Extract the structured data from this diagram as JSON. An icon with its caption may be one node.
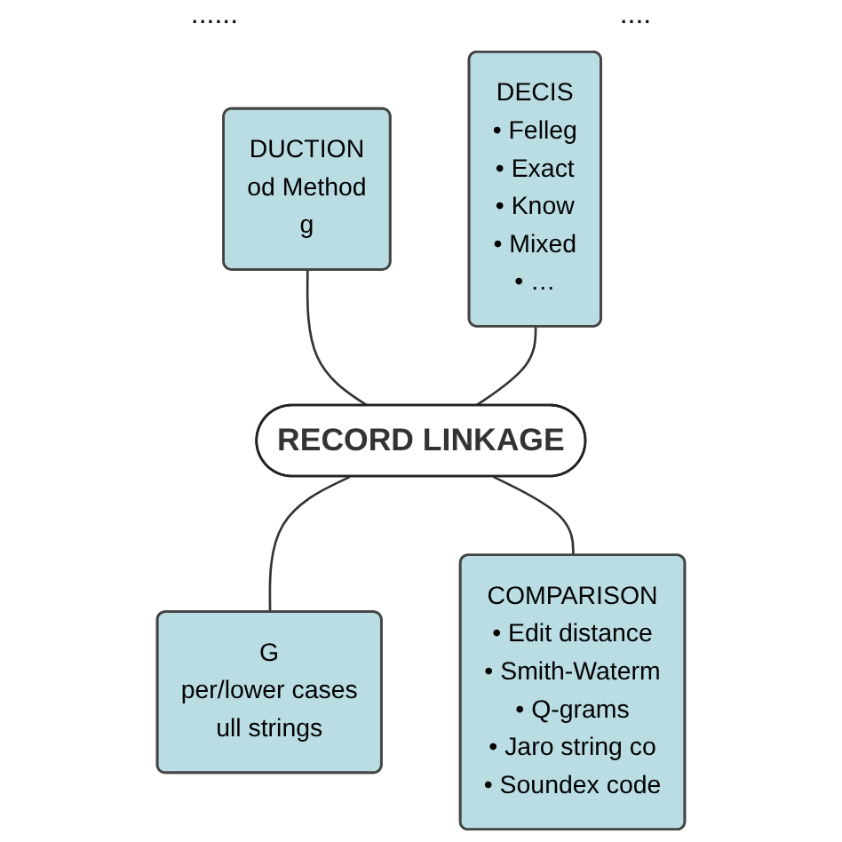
{
  "diagram": {
    "nodes": [
      {
        "text": [
          "RECORD LINKAGE"
        ]
      },
      {
        "text": [
          "DUCTION",
          "od Method",
          "g"
        ]
      },
      {
        "text": [
          "DECIS",
          "• Felleg",
          "• Exact",
          "• Know",
          "• Mixed",
          "• …"
        ]
      },
      {
        "text": [
          "G",
          "per/lower cases",
          "ull strings"
        ]
      },
      {
        "text": [
          "COMPARISON",
          "• Edit distance",
          "• Smith-Waterm",
          "• Q-grams",
          "• Jaro string co",
          "• Soundex code"
        ]
      }
    ],
    "edges": [
      {
        "from": 1,
        "to": 0,
        "arrow": "none"
      },
      {
        "from": 2,
        "to": 0,
        "arrow": "none"
      },
      {
        "from": 0,
        "to": 3,
        "arrow": "none"
      },
      {
        "from": 0,
        "to": 4,
        "arrow": "none"
      }
    ],
    "labels": [
      "......",
      "...."
    ]
  }
}
